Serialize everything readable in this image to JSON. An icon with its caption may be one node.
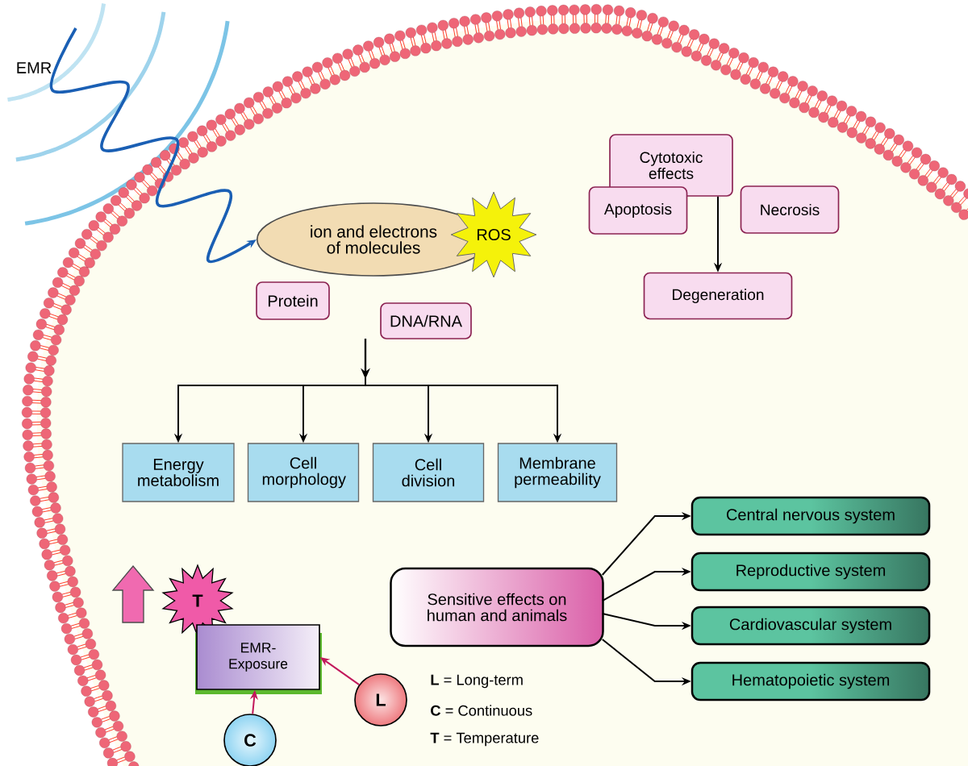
{
  "diagram": {
    "nodes": [
      {
        "text": [
          "EMR"
        ]
      },
      {
        "text": [
          "ion and electrons of molecules"
        ]
      },
      {
        "text": [
          "ROS"
        ]
      },
      {
        "text": [
          "Protein"
        ]
      },
      {
        "text": [
          "DNA/RNA"
        ]
      },
      {
        "text": [
          "Cytotoxic effects"
        ]
      },
      {
        "text": [
          "Apoptosis"
        ]
      },
      {
        "text": [
          "Necrosis"
        ]
      },
      {
        "text": [
          "Degeneration"
        ]
      },
      {
        "text": [
          "Energy metabolism"
        ]
      },
      {
        "text": [
          "Cell morphology"
        ]
      },
      {
        "text": [
          "Cell division"
        ]
      },
      {
        "text": [
          "Membrane permeability"
        ]
      },
      {
        "text": [
          "Sensitive effects on human and animals"
        ]
      },
      {
        "text": [
          "Central nervous system"
        ]
      },
      {
        "text": [
          "Reproductive system"
        ]
      },
      {
        "text": [
          "Cardiovascular system"
        ]
      },
      {
        "text": [
          "Hematopoietic system"
        ]
      },
      {
        "text": [
          "T"
        ]
      },
      {
        "text": [
          "EMR- Exposure"
        ]
      },
      {
        "text": [
          "C"
        ]
      },
      {
        "text": [
          "L"
        ]
      }
    ],
    "edges": [
      {
        "from": 0,
        "to": 1,
        "arrow": "to",
        "color": "#1a5fb4"
      },
      {
        "from": null,
        "to": 9,
        "arrow": "to"
      },
      {
        "from": null,
        "to": 10,
        "arrow": "to"
      },
      {
        "from": null,
        "to": 11,
        "arrow": "to"
      },
      {
        "from": null,
        "to": 12,
        "arrow": "to"
      },
      {
        "from": 5,
        "to": 8,
        "arrow": "to"
      },
      {
        "from": 13,
        "to": 14,
        "arrow": "to"
      },
      {
        "from": 13,
        "to": 15,
        "arrow": "to"
      },
      {
        "from": 13,
        "to": 16,
        "arrow": "to"
      },
      {
        "from": 13,
        "to": 17,
        "arrow": "to"
      },
      {
        "from": 20,
        "to": 19,
        "arrow": "to",
        "color": "#c2185b"
      },
      {
        "from": 21,
        "to": 19,
        "arrow": "to",
        "color": "#c2185b"
      }
    ],
    "labels": [
      "**L** = Long-term",
      "**C** = Continuous",
      "**T** = Temperature"
    ]
  }
}
